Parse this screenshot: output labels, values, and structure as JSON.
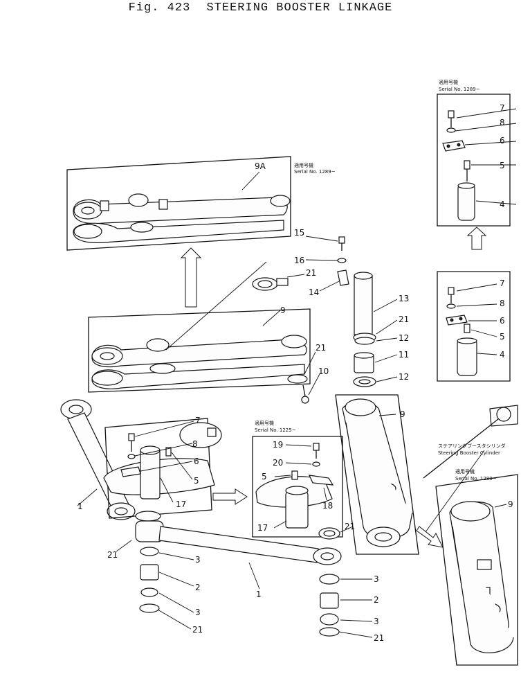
{
  "figure": {
    "number": "Fig. 423",
    "title": "STEERING BOOSTER LINKAGE"
  },
  "notes": {
    "serial_1289_jp": "適用号機",
    "serial_1289": "Serial No. 1289~",
    "serial_1225_jp": "適用号機",
    "serial_1225": "Serial No. 1225~",
    "cylinder_jp": "ステアリングブースタシリンダ",
    "cylinder_en": "Steering Booster Cylinder"
  },
  "callouts": {
    "c7a": "7",
    "c8a": "8",
    "c6a": "6",
    "c5a": "5",
    "c4a": "4",
    "c9A": "9A",
    "c15": "15",
    "c16": "16",
    "c21a": "21",
    "c14": "14",
    "c13": "13",
    "c21b": "21",
    "c12a": "12",
    "c11": "11",
    "c12b": "12",
    "c7b": "7",
    "c8b": "8",
    "c6b": "6",
    "c5b": "5",
    "c4b": "4",
    "c9b": "9",
    "c21c": "21",
    "c10": "10",
    "c7c": "7",
    "c8c": "8",
    "c6c": "6",
    "c5c": "5",
    "c17a": "17",
    "c1a": "1",
    "c19": "19",
    "c20": "20",
    "c5d": "5",
    "c18": "18",
    "c17b": "17",
    "c9c": "9",
    "c9d": "9",
    "c21d": "21",
    "c3a": "3",
    "c2a": "2",
    "c3b": "3",
    "c21e": "21",
    "c1b": "1",
    "c21f": "21",
    "c3c": "3",
    "c2b": "2",
    "c3d": "3",
    "c21g": "21"
  }
}
